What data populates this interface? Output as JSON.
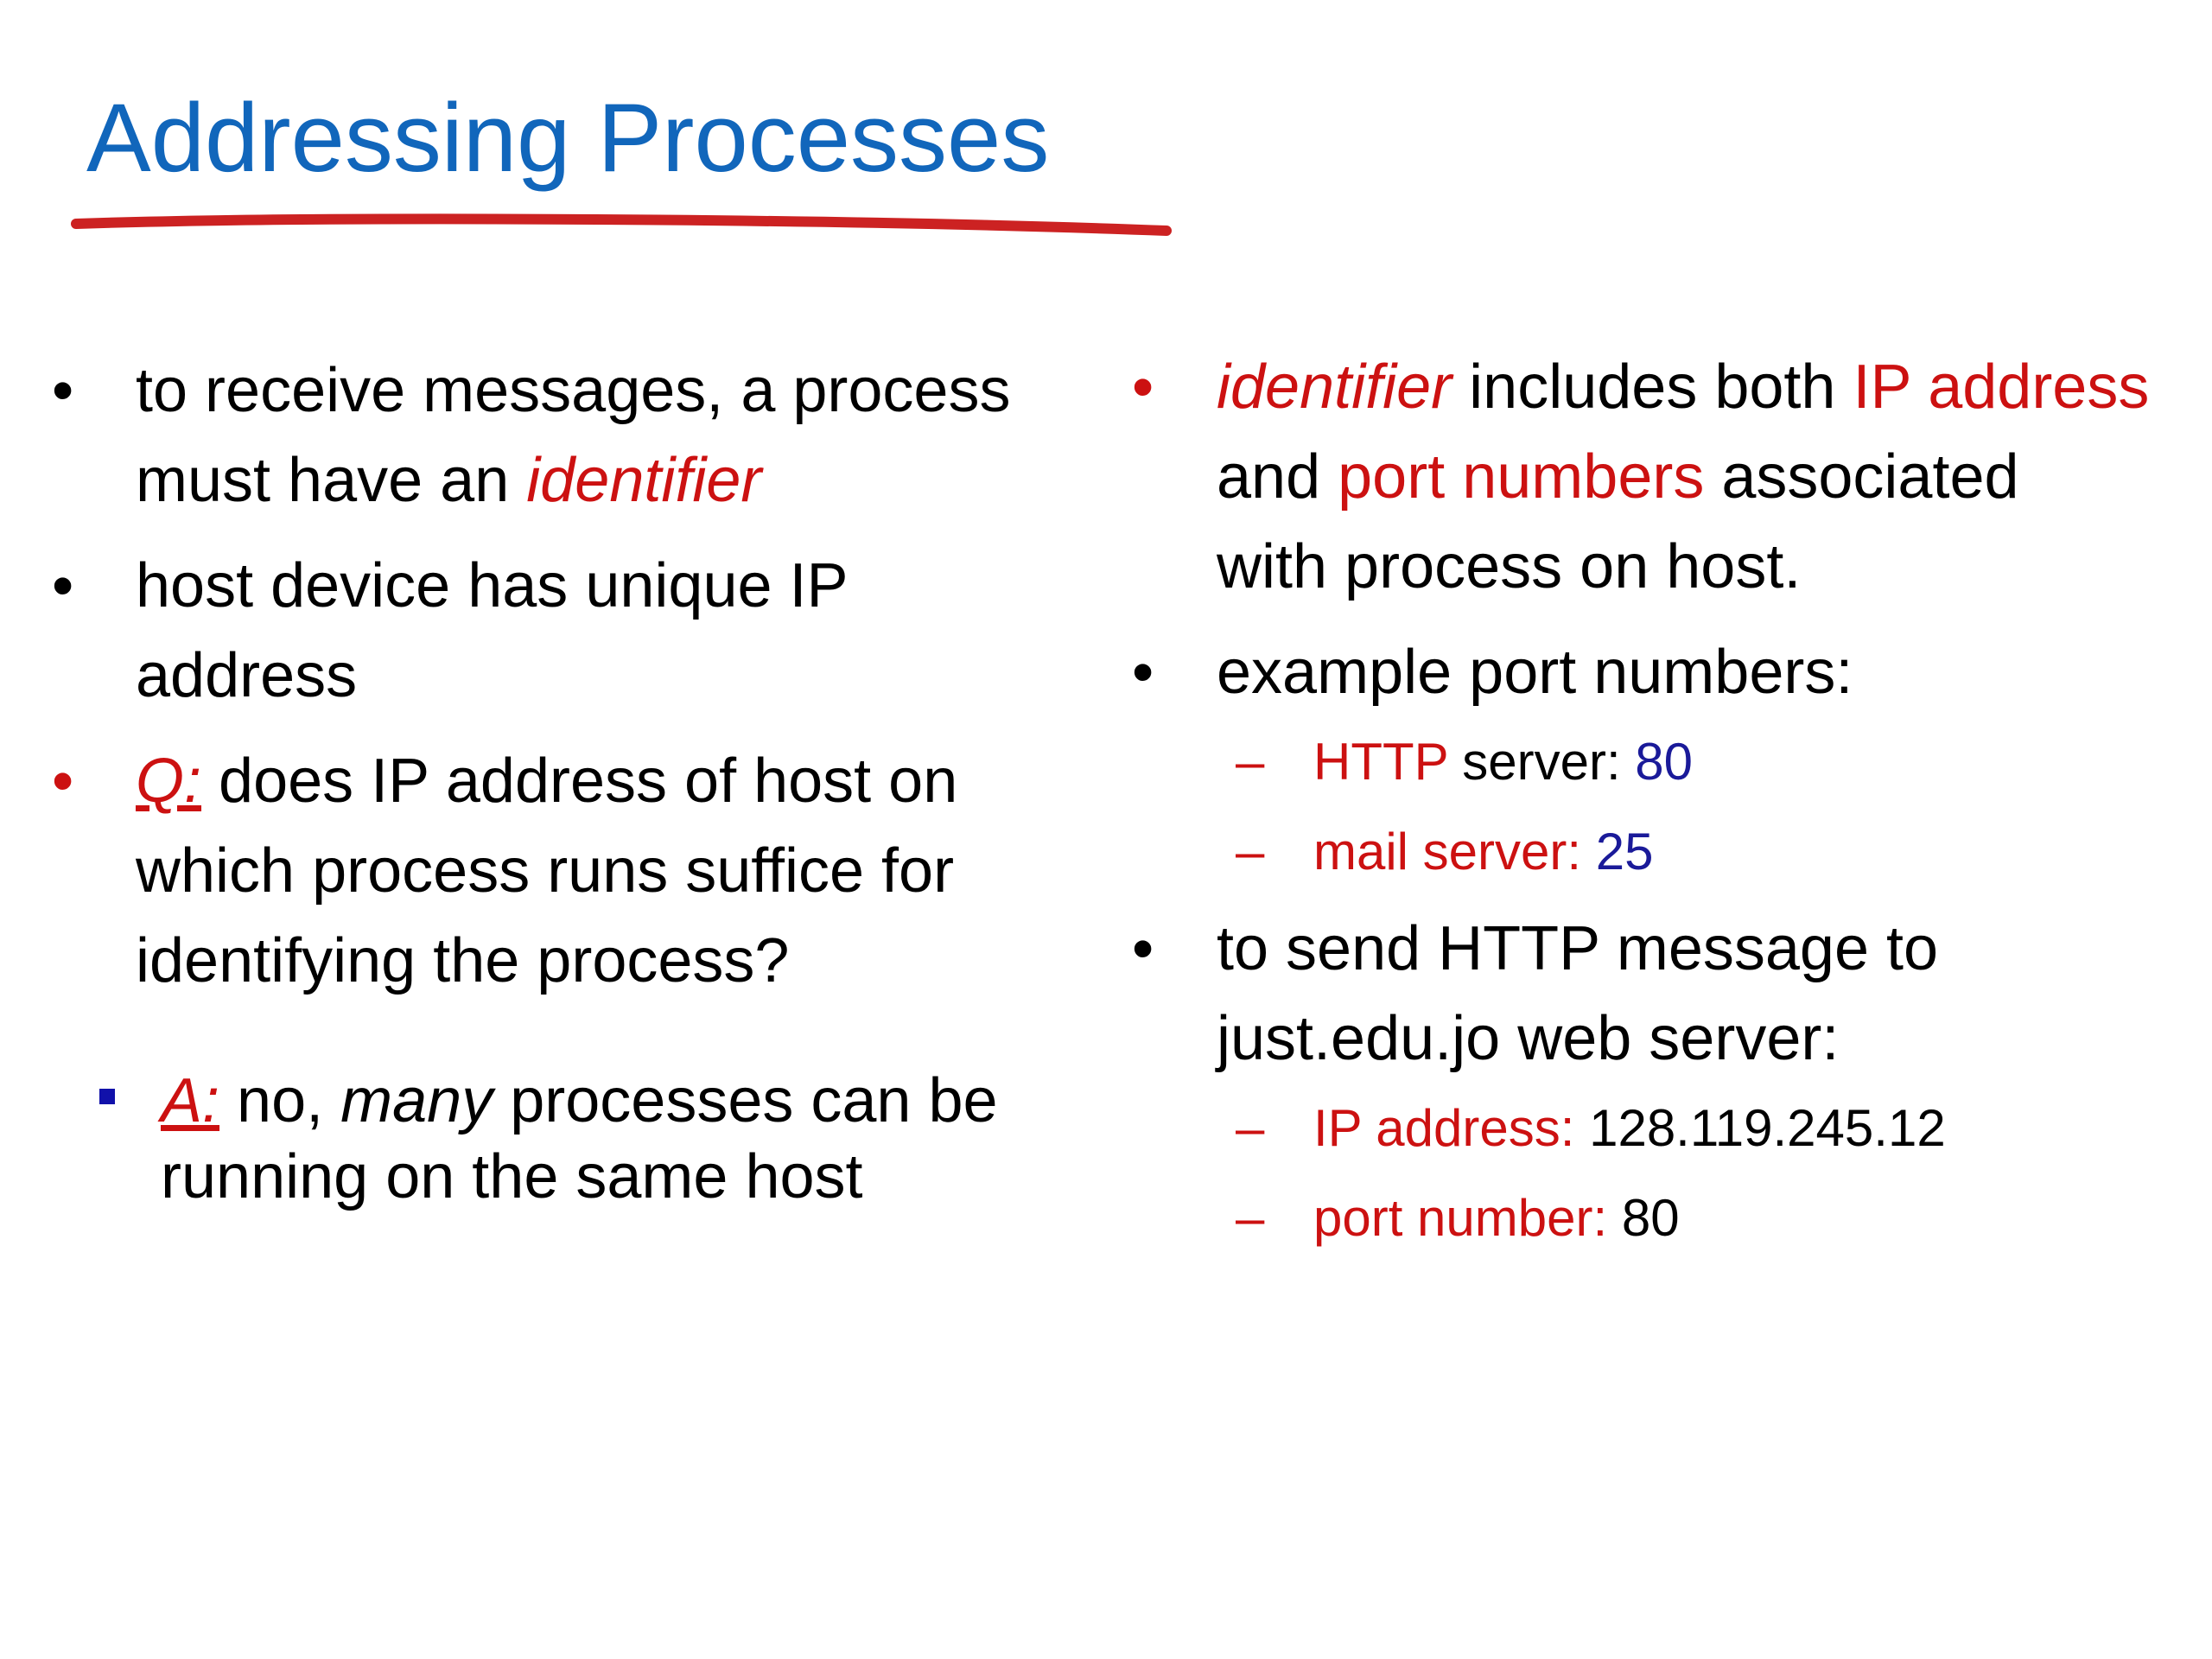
{
  "slide": {
    "title": "Addressing Processes",
    "left_column": {
      "b1": {
        "line1": "to receive messages, a process",
        "line2_prefix": "must have an ",
        "line2_identifier": "identifier"
      },
      "b2": {
        "line1": "host device has unique IP",
        "line2": "address"
      },
      "b3": {
        "q_label": "Q:",
        "line1_rest": " does  IP address of host on",
        "line2": "which process runs suffice for",
        "line3": "identifying the process?"
      },
      "answer": {
        "a_label": "A:",
        "line1_part1": " no, ",
        "line1_many": "many",
        "line1_part2": " processes can be",
        "line2": "running on the same host"
      }
    },
    "right_column": {
      "b1": {
        "identifier": "identifier",
        "includes_both": " includes both ",
        "ip_address": "IP address",
        "and": "and ",
        "port_numbers": "port numbers",
        "associated": " associated",
        "line3": "with process on host."
      },
      "b2": {
        "text": "example port numbers:",
        "http_label": "HTTP",
        "http_server": " server: ",
        "http_port": "80",
        "mail_label": "mail server:",
        "mail_port": " 25"
      },
      "b3": {
        "line1": "to send HTTP message to",
        "line2": "just.edu.jo web server:",
        "ip_label": "IP address:",
        "ip_value": " 128.119.245.12",
        "port_label": "port number:",
        "port_value": " 80"
      }
    },
    "bullet_char": "•",
    "dash_char": "–"
  },
  "colors": {
    "title": "#1166bb",
    "accent_red": "#cc1111",
    "accent_blue": "#1a1a99",
    "underline_red": "#cc2222"
  }
}
